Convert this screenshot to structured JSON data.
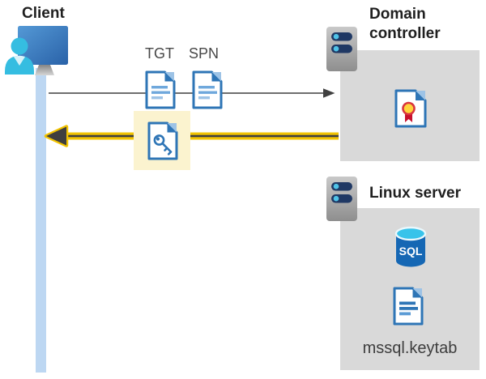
{
  "diagram_title": "client-kerberos-authentication-flow",
  "client": {
    "label": "Client"
  },
  "tickets": {
    "tgt_label": "TGT",
    "spn_label": "SPN"
  },
  "domain_controller": {
    "label": "Domain controller"
  },
  "linux_server": {
    "label": "Linux server",
    "sql_label": "SQL",
    "keytab_label": "mssql.keytab"
  },
  "icons": {
    "client": "client-monitor-user-icon",
    "server": "server-rack-icon",
    "tgt": "ticket-document-icon",
    "spn": "ticket-document-icon",
    "key_ticket": "key-document-icon",
    "certificate": "certificate-document-icon",
    "sql": "sql-database-icon",
    "keytab": "keytab-document-icon"
  },
  "arrows": {
    "request": {
      "direction": "right",
      "color": "#595959"
    },
    "response": {
      "direction": "left",
      "color": "#f2c300",
      "core": "#3f3f3f"
    }
  },
  "colors": {
    "box_gray": "#d9d9d9",
    "lifeline_blue": "#bdd7f2",
    "highlight_yellow": "#fbf3cf",
    "arrow_yellow": "#f2c300",
    "doc_blue": "#2e75b6",
    "doc_fold_light": "#9dc3e6",
    "doc_line_blue": "#6fa8dc",
    "person_cyan": "#35bde1",
    "server_slot_navy": "#1f3864",
    "server_dot_cyan": "#4fc3e8",
    "sql_body_blue": "#1567b4",
    "sql_top_cyan": "#38c3ea",
    "medal_yellow": "#ffd43b",
    "medal_ring_red": "#d9363e",
    "ribbon_red": "#c8102e",
    "text_dark": "#1f1f1f"
  }
}
